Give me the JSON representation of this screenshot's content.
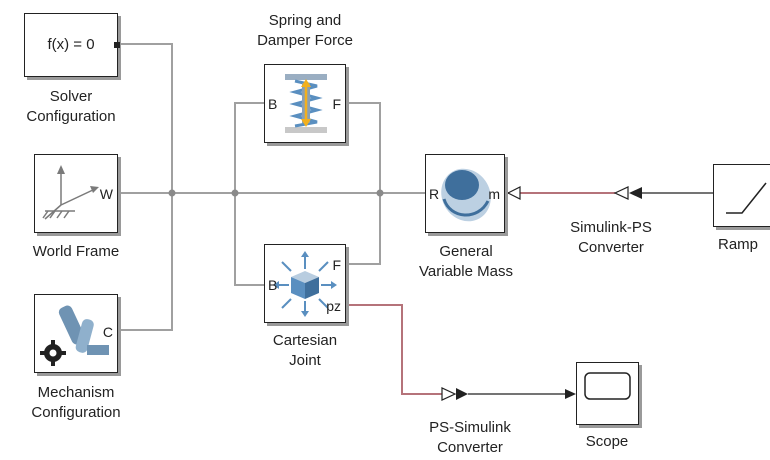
{
  "blocks": {
    "solver": {
      "expr": "f(x) = 0",
      "label": "Solver\nConfiguration"
    },
    "world": {
      "port": "W",
      "label": "World Frame"
    },
    "mechanism": {
      "port": "C",
      "label": "Mechanism\nConfiguration"
    },
    "spring": {
      "title": "Spring and\nDamper Force",
      "port_b": "B",
      "port_f": "F"
    },
    "cartesian": {
      "port_b": "B",
      "port_f": "F",
      "port_pz": "pz",
      "label": "Cartesian\nJoint"
    },
    "mass": {
      "port_r": "R",
      "port_m": "m",
      "label": "General\nVariable Mass"
    },
    "sps": {
      "label": "Simulink-PS\nConverter"
    },
    "ramp": {
      "label": "Ramp"
    },
    "pss": {
      "label": "PS-Simulink\nConverter"
    },
    "scope": {
      "label": "Scope"
    }
  },
  "colors": {
    "physical_line": "#a0a0a0",
    "signal_line": "#222222",
    "ps_signal_line": "#b5737a",
    "icon_blue": "#5a8fc0"
  }
}
